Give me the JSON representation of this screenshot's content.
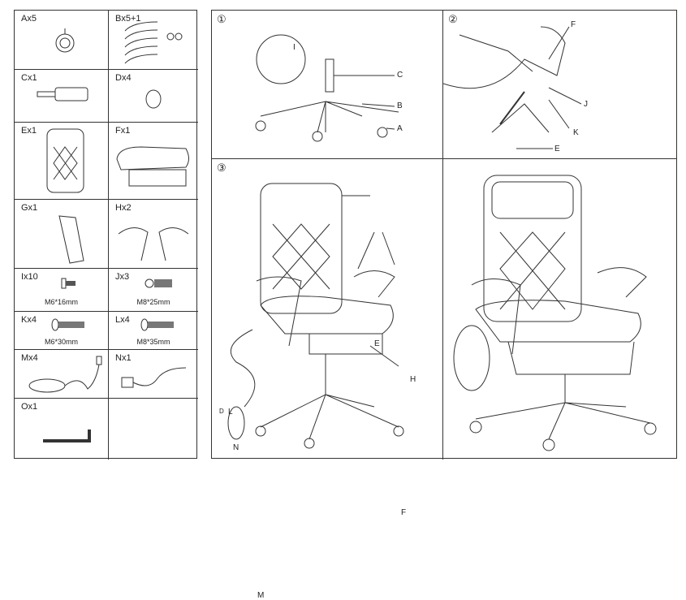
{
  "parts": [
    {
      "id": "A",
      "label": "Ax5"
    },
    {
      "id": "B",
      "label": "Bx5+1"
    },
    {
      "id": "C",
      "label": "Cx1"
    },
    {
      "id": "D",
      "label": "Dx4"
    },
    {
      "id": "E",
      "label": "Ex1"
    },
    {
      "id": "F",
      "label": "Fx1"
    },
    {
      "id": "G",
      "label": "Gx1"
    },
    {
      "id": "H",
      "label": "Hx2"
    },
    {
      "id": "I",
      "label": "Ix10",
      "spec": "M6*16mm"
    },
    {
      "id": "J",
      "label": "Jx3",
      "spec": "M8*25mm"
    },
    {
      "id": "K",
      "label": "Kx4",
      "spec": "M6*30mm"
    },
    {
      "id": "L",
      "label": "Lx4",
      "spec": "M8*35mm"
    },
    {
      "id": "M",
      "label": "Mx4"
    },
    {
      "id": "N",
      "label": "Nx1"
    },
    {
      "id": "O",
      "label": "Ox1"
    }
  ],
  "steps": [
    {
      "number": "①",
      "callouts": [
        "I",
        "C",
        "B",
        "A"
      ]
    },
    {
      "number": "②",
      "callouts": [
        "F",
        "J",
        "K",
        "E"
      ]
    },
    {
      "number": "③",
      "callouts": [
        "E",
        "H",
        "D",
        "L",
        "N",
        "F",
        "M"
      ]
    }
  ]
}
